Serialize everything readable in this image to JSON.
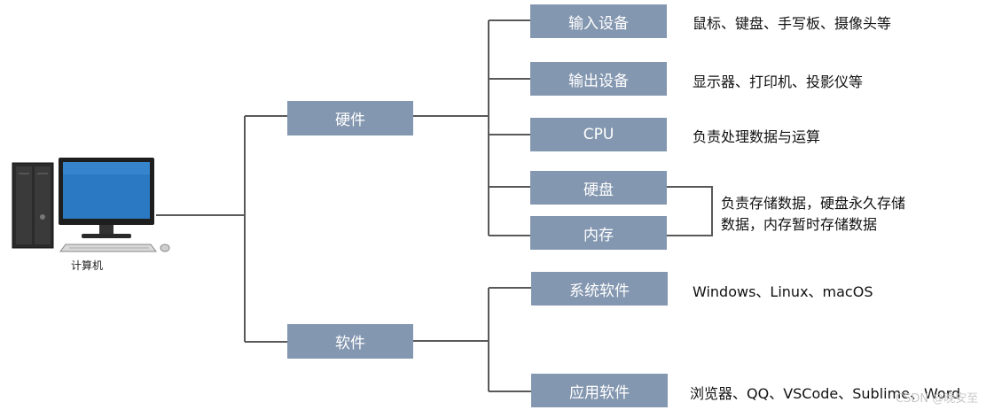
{
  "colors": {
    "node_fill": "#8497b0",
    "node_text": "#ffffff",
    "line": "#595959"
  },
  "computer": {
    "label": "计算机",
    "icon": "desktop-computer-icon"
  },
  "hardware": {
    "label": "硬件",
    "input": {
      "label": "输入设备",
      "desc": "鼠标、键盘、手写板、摄像头等"
    },
    "output": {
      "label": "输出设备",
      "desc": "显示器、打印机、投影仪等"
    },
    "cpu": {
      "label": "CPU",
      "desc": "负责处理数据与运算"
    },
    "disk": {
      "label": "硬盘"
    },
    "memory": {
      "label": "内存"
    },
    "storage_desc": "负责存储数据，硬盘永久存储数据，内存暂时存储数据"
  },
  "software": {
    "label": "软件",
    "system": {
      "label": "系统软件",
      "desc": "Windows、Linux、macOS"
    },
    "application": {
      "label": "应用软件",
      "desc": "浏览器、QQ、VSCode、Sublime、Word"
    }
  },
  "watermark": "CSDN @晚安至"
}
